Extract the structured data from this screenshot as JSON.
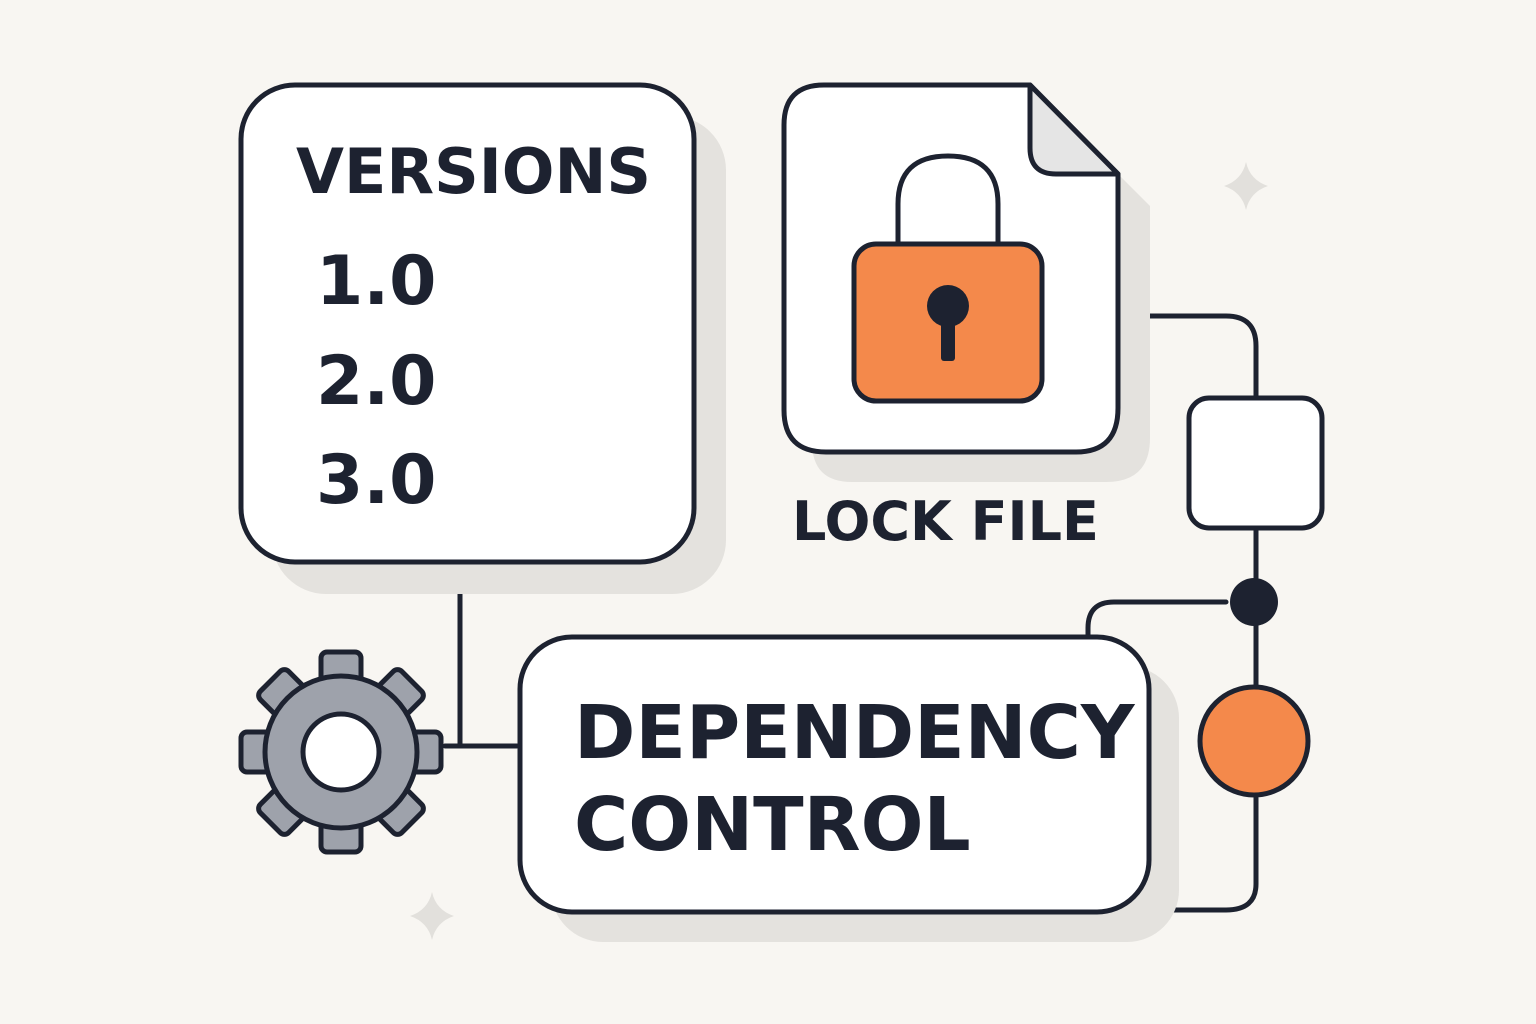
{
  "versions_panel": {
    "title": "VERSIONS",
    "items": [
      "1.0",
      "2.0",
      "3.0"
    ]
  },
  "lock_file": {
    "label": "LOCK FILE"
  },
  "dependency_control": {
    "line1": "DEPENDENCY",
    "line2": "CONTROL"
  },
  "icons": {
    "lock": "padlock-icon",
    "gear": "gear-icon",
    "sparkles": "sparkle-icon"
  },
  "colors": {
    "background": "#f8f6f2",
    "outline": "#1d2230",
    "accent": "#f4894b",
    "gear": "#9ea2ab",
    "shadow": "#e4e2de"
  }
}
